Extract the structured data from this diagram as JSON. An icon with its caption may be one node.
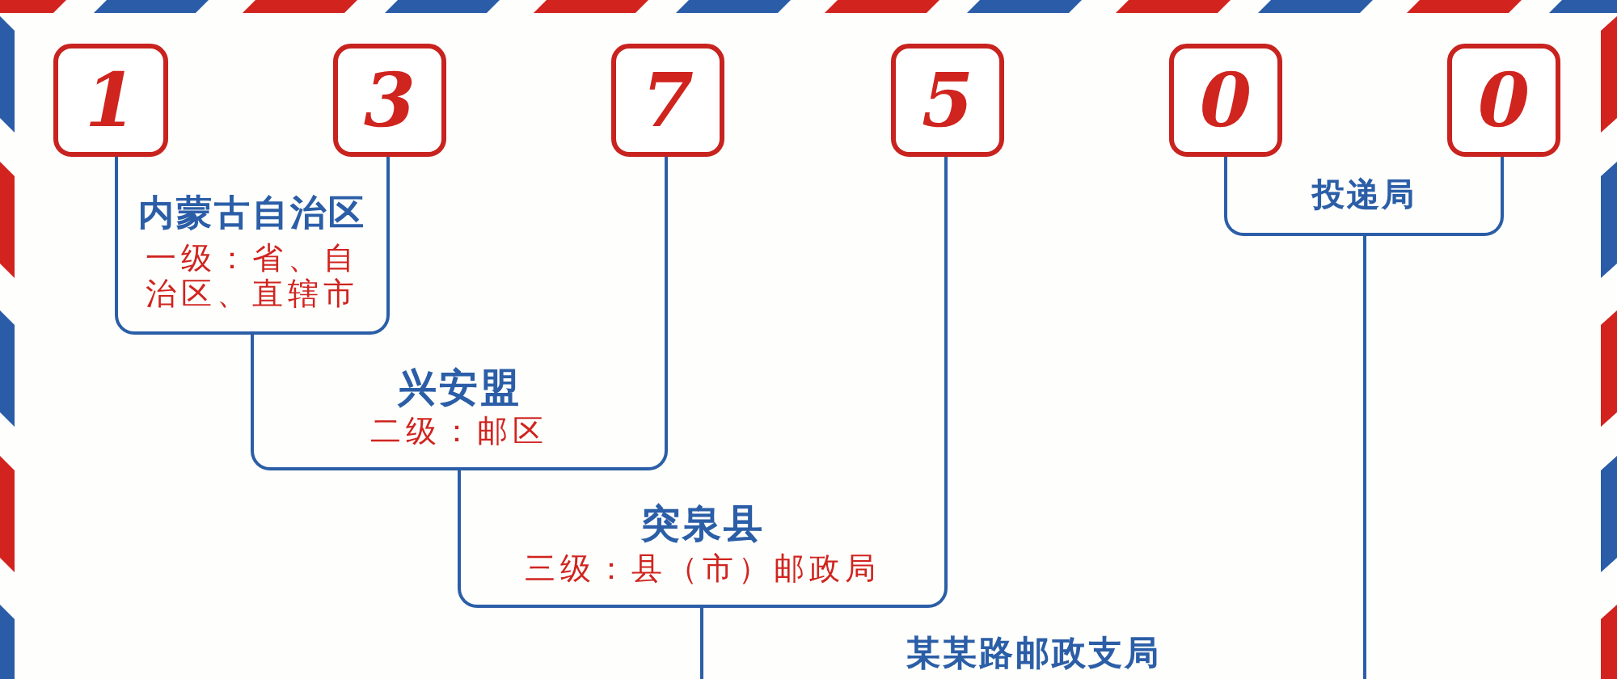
{
  "diagram": {
    "nodes": [
      {
        "text": [
          "1"
        ]
      },
      {
        "text": [
          "3"
        ]
      },
      {
        "text": [
          "7"
        ]
      },
      {
        "text": [
          "5"
        ]
      },
      {
        "text": [
          "0"
        ]
      },
      {
        "text": [
          "0"
        ]
      },
      {
        "text": [
          "内蒙古自治区",
          "一级：省、自治区、直辖市"
        ]
      },
      {
        "text": [
          "兴安盟",
          "二级：邮区"
        ]
      },
      {
        "text": [
          "突泉县",
          "三级：县（市）邮政局"
        ]
      },
      {
        "text": [
          "投递局"
        ]
      },
      {
        "text": [
          "某某路邮政支局"
        ]
      }
    ],
    "edges": [
      {
        "from": 0,
        "to": 6,
        "arrow": "none"
      },
      {
        "from": 1,
        "to": 6,
        "arrow": "none"
      },
      {
        "from": 6,
        "to": 7,
        "arrow": "none"
      },
      {
        "from": 2,
        "to": 7,
        "arrow": "none"
      },
      {
        "from": 7,
        "to": 8,
        "arrow": "none"
      },
      {
        "from": 3,
        "to": 8,
        "arrow": "none"
      },
      {
        "from": 4,
        "to": 9,
        "arrow": "none"
      },
      {
        "from": 5,
        "to": 9,
        "arrow": "none"
      },
      {
        "from": 8,
        "to": 10,
        "arrow": "none"
      },
      {
        "from": 9,
        "to": 10,
        "arrow": "none"
      }
    ]
  }
}
